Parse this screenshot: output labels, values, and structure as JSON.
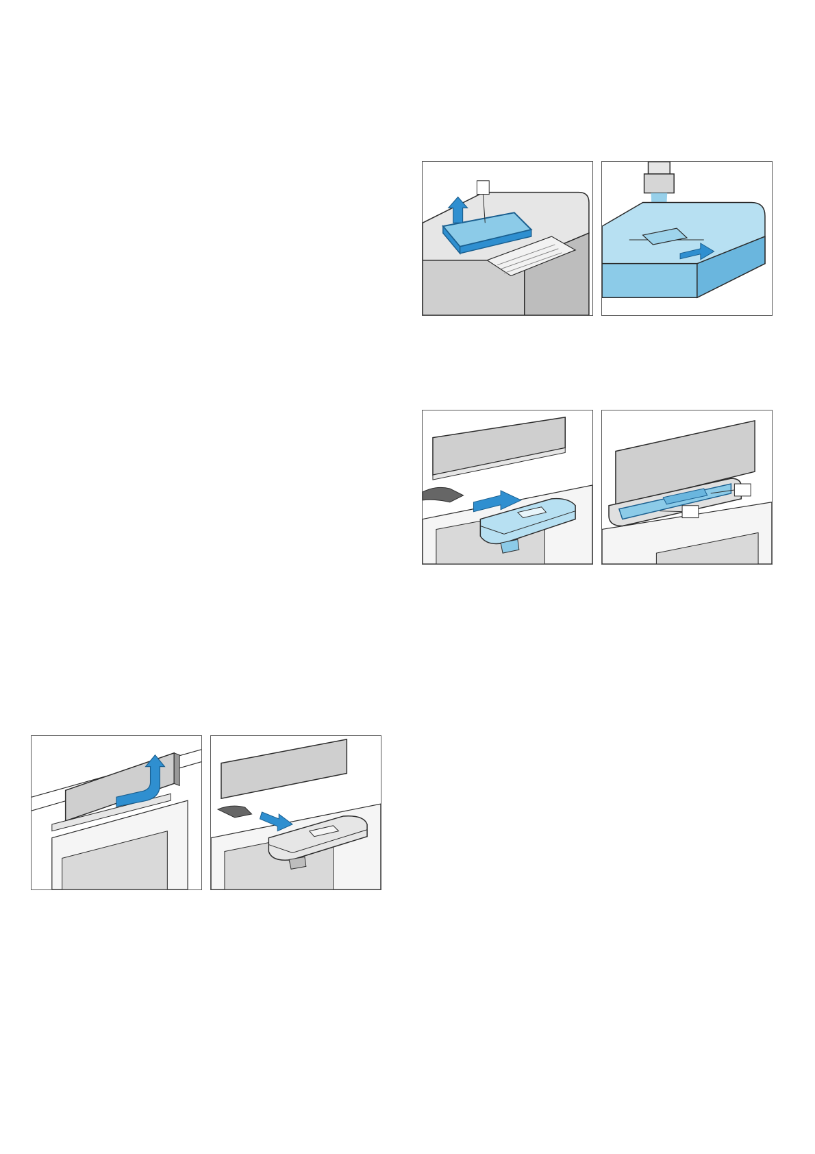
{
  "figures": [
    {
      "id": "remove-seal",
      "icon": "lift-lid-illustration"
    },
    {
      "id": "fill-water",
      "icon": "water-tap-illustration"
    },
    {
      "id": "insert-tank",
      "icon": "push-tank-in-illustration"
    },
    {
      "id": "tank-seated",
      "icon": "tank-inserted-illustration"
    },
    {
      "id": "lift-panel",
      "icon": "open-panel-illustration"
    },
    {
      "id": "pull-tank",
      "icon": "pull-tank-out-illustration"
    }
  ],
  "colors": {
    "water_blue": "#8ccbe8",
    "accent_blue": "#2f8fd0",
    "device_grey": "#cfcfcf",
    "light_grey": "#e6e6e6",
    "line": "#2b2b2b"
  }
}
